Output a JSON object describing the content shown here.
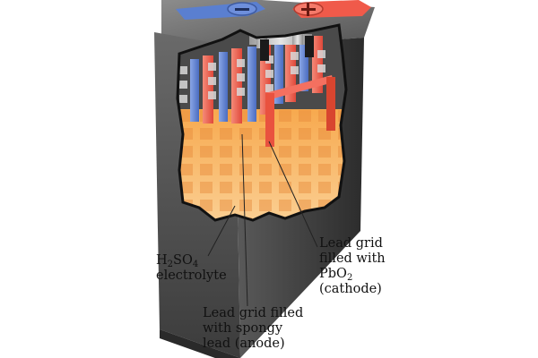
{
  "diagram": {
    "labels": {
      "electrolyte": {
        "formula": {
          "h": "H",
          "h_sub": "2",
          "so": "SO",
          "so_sub": "4"
        },
        "word": "electrolyte"
      },
      "cathode": {
        "line1": "Lead grid",
        "line2": "filled with",
        "line3_main": "PbO",
        "line3_sub": "2",
        "line4": "(cathode)"
      },
      "anode": {
        "line1": "Lead grid filled",
        "line2": "with spongy",
        "line3": "lead (anode)"
      }
    },
    "colors": {
      "casing_dark": "#3a3a3a",
      "casing_light": "#7a7a7a",
      "cathode_red": "#f05a4a",
      "anode_blue": "#5a7fd0",
      "electrolyte_orange": "#f7b35a",
      "terminal_gray": "#bdbdbd"
    }
  }
}
